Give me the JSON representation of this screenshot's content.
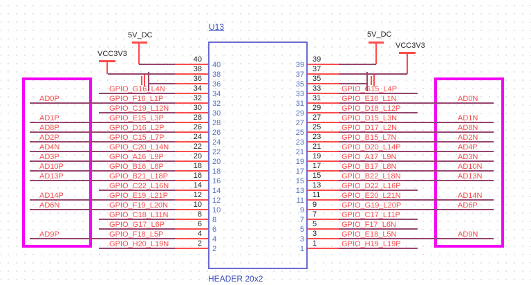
{
  "header": {
    "refdes": "U13",
    "part": "HEADER 20x2"
  },
  "power": {
    "left_5v": {
      "label": "5V_DC"
    },
    "left_3v3": {
      "label": "VCC3V3"
    },
    "right_5v": {
      "label": "5V_DC"
    },
    "right_3v3": {
      "label": "VCC3V3"
    }
  },
  "rows": [
    {
      "left_pin": "40",
      "right_pin": "39",
      "left_gpio": "",
      "right_gpio": "",
      "left_ad": "",
      "right_ad": "",
      "left_net": "p5",
      "right_net": "p5"
    },
    {
      "left_pin": "38",
      "right_pin": "37",
      "left_gpio": "",
      "right_gpio": "",
      "left_ad": "",
      "right_ad": "",
      "left_net": "p33",
      "right_net": "p33"
    },
    {
      "left_pin": "36",
      "right_pin": "35",
      "left_gpio": "",
      "right_gpio": "",
      "left_ad": "",
      "right_ad": "",
      "left_net": "nc",
      "right_net": "nc"
    },
    {
      "left_pin": "34",
      "right_pin": "33",
      "left_gpio": "GPIO_G16_L4N",
      "right_gpio": "GPIO_G15_L4P",
      "left_ad": "",
      "right_ad": "",
      "left_net": "gpio",
      "right_net": "gpio"
    },
    {
      "left_pin": "32",
      "right_pin": "31",
      "left_gpio": "GPIO_F16_L1P",
      "right_gpio": "GPIO_E16_L1N",
      "left_ad": "AD0P",
      "right_ad": "AD0N",
      "left_net": "ad",
      "right_net": "ad"
    },
    {
      "left_pin": "30",
      "right_pin": "29",
      "left_gpio": "GPIO_C19_L12N",
      "right_gpio": "GPIO_D18_L12P",
      "left_ad": "",
      "right_ad": "",
      "left_net": "gpio",
      "right_net": "gpio"
    },
    {
      "left_pin": "28",
      "right_pin": "27",
      "left_gpio": "GPIO_E15_L3P",
      "right_gpio": "GPIO_D15_L3N",
      "left_ad": "AD1P",
      "right_ad": "AD1N",
      "left_net": "ad",
      "right_net": "ad"
    },
    {
      "left_pin": "26",
      "right_pin": "25",
      "left_gpio": "GPIO_D16_L2P",
      "right_gpio": "GPIO_D17_L2N",
      "left_ad": "AD8P",
      "right_ad": "AD8N",
      "left_net": "ad",
      "right_net": "ad"
    },
    {
      "left_pin": "24",
      "right_pin": "23",
      "left_gpio": "GPIO_C15_L7P",
      "right_gpio": "GPIO_B15_L7N",
      "left_ad": "AD2P",
      "right_ad": "AD2N",
      "left_net": "ad",
      "right_net": "ad"
    },
    {
      "left_pin": "22",
      "right_pin": "21",
      "left_gpio": "GPIO_C20_L14N",
      "right_gpio": "GPIO_D20_L14P",
      "left_ad": "AD4N",
      "right_ad": "AD4P",
      "left_net": "ad",
      "right_net": "ad"
    },
    {
      "left_pin": "20",
      "right_pin": "19",
      "left_gpio": "GPIO_A16_L9P",
      "right_gpio": "GPIO_A17_L9N",
      "left_ad": "AD3P",
      "right_ad": "AD3N",
      "left_net": "ad",
      "right_net": "ad"
    },
    {
      "left_pin": "18",
      "right_pin": "17",
      "left_gpio": "GPIO_B16_L8P",
      "right_gpio": "GPIO_B17_L8N",
      "left_ad": "AD10P",
      "right_ad": "AD10N",
      "left_net": "ad",
      "right_net": "ad"
    },
    {
      "left_pin": "16",
      "right_pin": "15",
      "left_gpio": "GPIO_B21_L18P",
      "right_gpio": "GPIO_B22_L18N",
      "left_ad": "AD13P",
      "right_ad": "AD13N",
      "left_net": "ad",
      "right_net": "ad"
    },
    {
      "left_pin": "14",
      "right_pin": "13",
      "left_gpio": "GPIO_C22_L16N",
      "right_gpio": "GPIO_D22_L16P",
      "left_ad": "",
      "right_ad": "",
      "left_net": "gpio",
      "right_net": "gpio"
    },
    {
      "left_pin": "12",
      "right_pin": "11",
      "left_gpio": "GPIO_E19_L21P",
      "right_gpio": "GPIO_E20_L21N",
      "left_ad": "AD14P",
      "right_ad": "AD14N",
      "left_net": "ad",
      "right_net": "ad"
    },
    {
      "left_pin": "10",
      "right_pin": "9",
      "left_gpio": "GPIO_F19_L20N",
      "right_gpio": "GPIO_G19_L20P",
      "left_ad": "AD6N",
      "right_ad": "AD6P",
      "left_net": "ad",
      "right_net": "ad"
    },
    {
      "left_pin": "8",
      "right_pin": "7",
      "left_gpio": "GPIO_C18_L11N",
      "right_gpio": "GPIO_C17_L11P",
      "left_ad": "",
      "right_ad": "",
      "left_net": "gpio",
      "right_net": "gpio"
    },
    {
      "left_pin": "6",
      "right_pin": "5",
      "left_gpio": "GPIO_G17_L6P",
      "right_gpio": "GPIO_F17_L6N",
      "left_ad": "",
      "right_ad": "",
      "left_net": "gpio",
      "right_net": "gpio"
    },
    {
      "left_pin": "4",
      "right_pin": "3",
      "left_gpio": "GPIO_F18_L5P",
      "right_gpio": "GPIO_E18_L5N",
      "left_ad": "AD9P",
      "right_ad": "AD9N",
      "left_net": "ad",
      "right_net": "ad"
    },
    {
      "left_pin": "2",
      "right_pin": "1",
      "left_gpio": "GPIO_H20_L19N",
      "right_gpio": "GPIO_H19_L19P",
      "left_ad": "",
      "right_ad": "",
      "left_net": "gpio",
      "right_net": "gpio"
    }
  ],
  "colors": {
    "wire_net": "#96456d",
    "wire_pin": "#fb4b4b",
    "label_red": "#fb4b4b",
    "pin_inner_blue": "#5572c4",
    "refdes_blue": "#3b4ec1",
    "pin_outer_black": "#262626",
    "symbol_border": "#6a6ad2",
    "harness_magenta": "#f404f4",
    "power_label_black": "#262626"
  }
}
